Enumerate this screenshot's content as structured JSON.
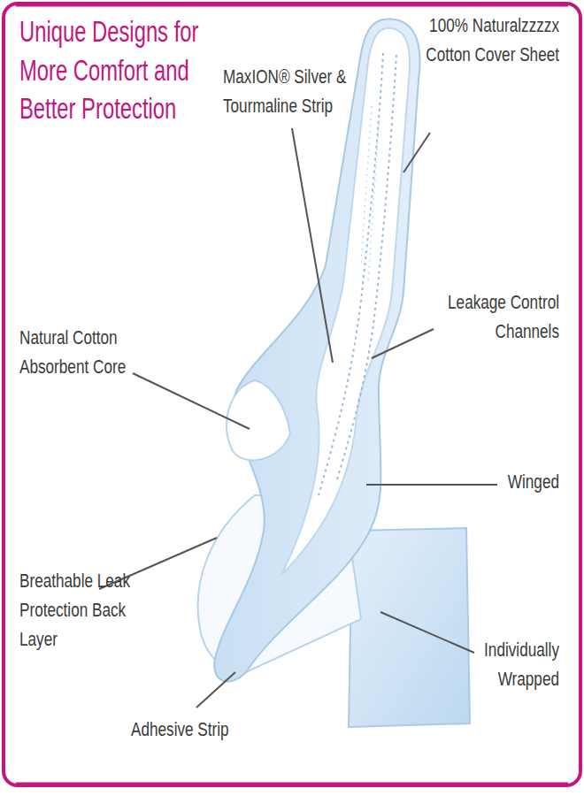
{
  "diagram": {
    "title": "Unique Designs for More Comfort and Better Protection",
    "labels": [
      "MaxION® Silver & Tourmaline Strip",
      "100% Naturalzzzzx Cotton Cover Sheet",
      "Leakage Control Channels",
      "Natural Cotton Absorbent Core",
      "Winged",
      "Breathable Leak Protection Back Layer",
      "Individually Wrapped",
      "Adhesive Strip"
    ]
  }
}
